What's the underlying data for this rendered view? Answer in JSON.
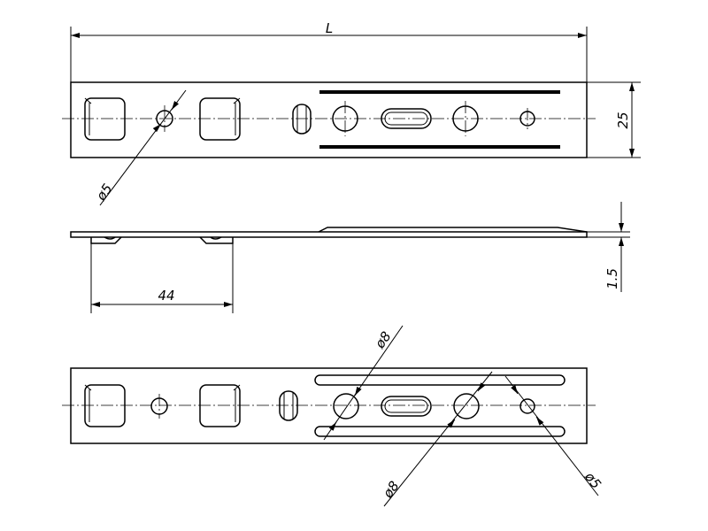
{
  "dimensions": {
    "length": "L",
    "width": "25",
    "thickness": "1.5",
    "tab_spacing": "44",
    "top_hole": "ø5",
    "bottom_hole_left": "ø8",
    "bottom_hole_right": "ø8",
    "bottom_small_hole": "ø5"
  }
}
